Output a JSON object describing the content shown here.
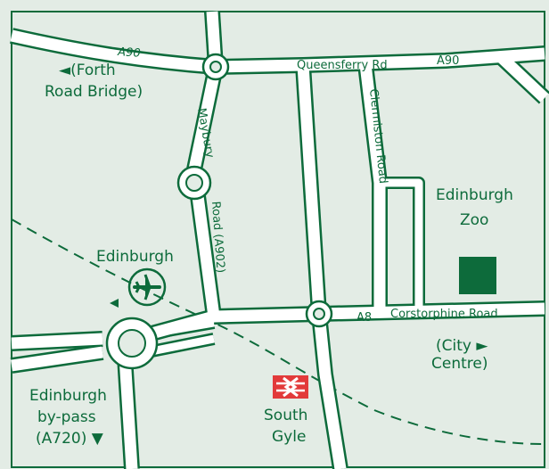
{
  "colors": {
    "background": "#e3ece5",
    "road": "#0d6b3b",
    "road_fill": "#ffffff",
    "zoo": "#0d6b3b",
    "rail_symbol": "#e23a3a"
  },
  "roads": {
    "a90_west": "A90",
    "a90_east": "A90",
    "queensferry": "Queensferry Rd",
    "mayburybury": "Maybury",
    "maybury_road": "Road (A902)",
    "clermiston": "Clermiston Road",
    "a8": "A8",
    "corstorphine": "Corstorphine Road"
  },
  "places": {
    "forth_line1": "◄(Forth",
    "forth_line2": "Road Bridge)",
    "zoo_line1": "Edinburgh",
    "zoo_line2": "Zoo",
    "airport": "Edinburgh",
    "city_line1": "(City ►",
    "city_line2": "Centre)",
    "bypass_line1": "Edinburgh",
    "bypass_line2": "by-pass",
    "bypass_line3": "(A720) ▼",
    "station_line1": "South",
    "station_line2": "Gyle"
  },
  "icons": {
    "airport": "airplane-icon",
    "station": "rail-icon"
  }
}
